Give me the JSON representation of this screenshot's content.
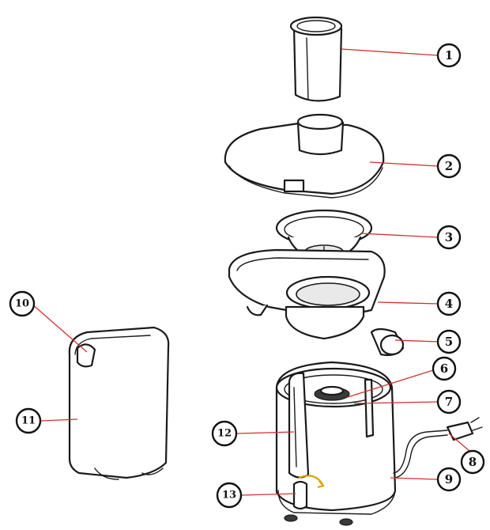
{
  "diagram": {
    "accent_leader_color": "#d23030",
    "arrow_color": "#e0a000",
    "callouts": [
      {
        "id": "c1",
        "label": "1"
      },
      {
        "id": "c2",
        "label": "2"
      },
      {
        "id": "c3",
        "label": "3"
      },
      {
        "id": "c4",
        "label": "4"
      },
      {
        "id": "c5",
        "label": "5"
      },
      {
        "id": "c6",
        "label": "6"
      },
      {
        "id": "c7",
        "label": "7"
      },
      {
        "id": "c8",
        "label": "8"
      },
      {
        "id": "c9",
        "label": "9"
      },
      {
        "id": "c10",
        "label": "10"
      },
      {
        "id": "c11",
        "label": "11"
      },
      {
        "id": "c12",
        "label": "12"
      },
      {
        "id": "c13",
        "label": "13"
      }
    ]
  }
}
